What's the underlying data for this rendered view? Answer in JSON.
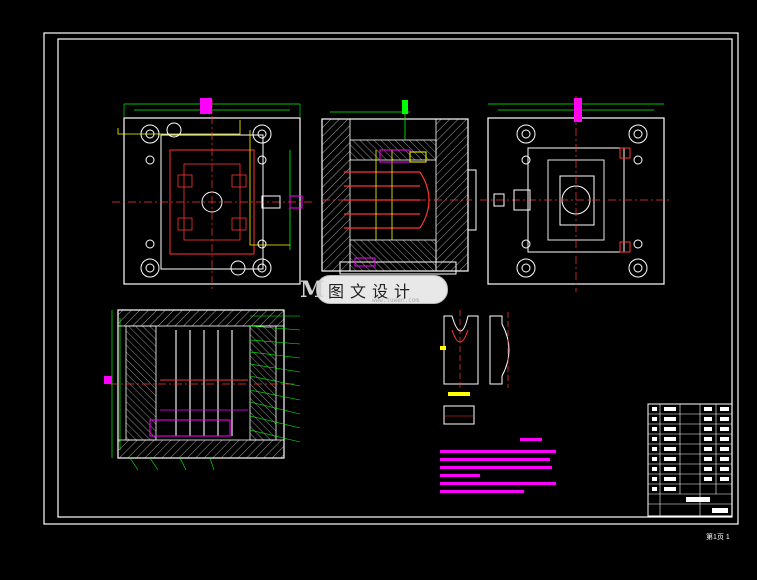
{
  "watermark": {
    "text": "图文设计",
    "url": "www.tuwen.com"
  },
  "sheet_note": "第1页 1",
  "colors": {
    "background": "#000000",
    "frame": "#ffffff",
    "plate": "#ffffff",
    "dimension": "#00ff00",
    "centerline": "#ff0000",
    "component": "#ffff00",
    "note": "#ff00ff",
    "hatch": "#ffffff",
    "cavity": "#ff3333"
  },
  "views": [
    "top-view",
    "side-section-view",
    "bottom-view",
    "front-section-view",
    "part-detail-view"
  ],
  "title_block": {
    "visible": true
  }
}
